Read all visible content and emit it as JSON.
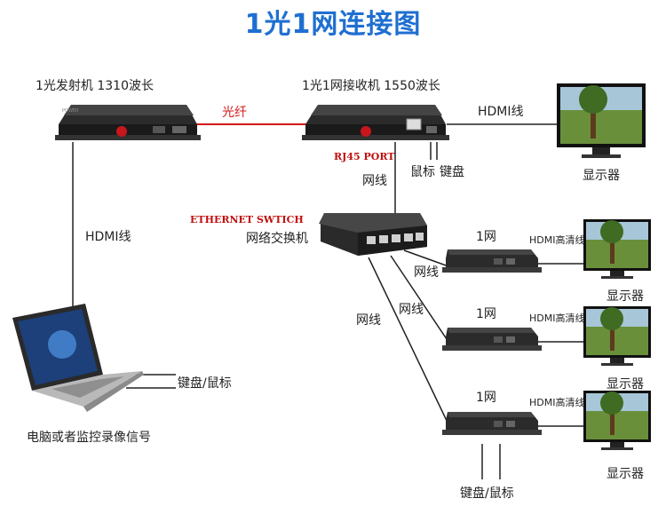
{
  "title": "1光1网连接图",
  "transmitter": {
    "label": "1光发射机 1310波长"
  },
  "receiver": {
    "label": "1光1网接收机 1550波长"
  },
  "fiber_label": "光纤",
  "hdmi_line_top": "HDMI线",
  "monitor_label": "显示器",
  "rj45_label": "RJ45 PORT",
  "mouse_label": "鼠标",
  "keyboard_label": "键盘",
  "net_line_label": "网线",
  "hdmi_line_left": "HDMI线",
  "switch": {
    "en_label": "ETHERNET SWTICH",
    "cn_label": "网络交换机"
  },
  "laptop": {
    "label": "电脑或者监控录像信号",
    "kb_mouse": "键盘/鼠标"
  },
  "net_lines": [
    "网线",
    "网线",
    "网线"
  ],
  "extenders": [
    {
      "tag": "1网",
      "hdmi": "HDMI高清线",
      "monitor": "显示器"
    },
    {
      "tag": "1网",
      "hdmi": "HDMI高清线",
      "monitor": "显示器"
    },
    {
      "tag": "1网",
      "hdmi": "HDMI高清线",
      "monitor": "显示器"
    }
  ],
  "bottom_kb_mouse": "键盘/鼠标",
  "colors": {
    "title": "#1f6fd1",
    "fiber": "#d41818",
    "wire": "#222222"
  }
}
